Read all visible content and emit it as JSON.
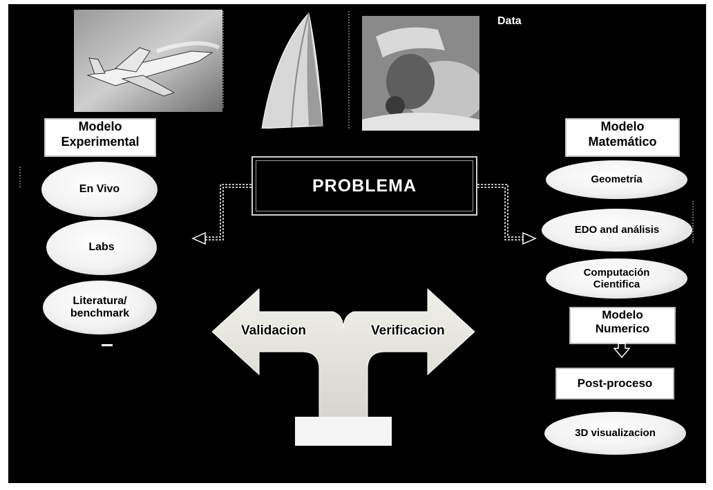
{
  "data_label": "Data",
  "left": {
    "title_line1": "Modelo",
    "title_line2": "Experimental",
    "items": [
      "En Vivo",
      "Labs",
      "Literatura/",
      "benchmark"
    ]
  },
  "right": {
    "title_line1": "Modelo",
    "title_line2": "Matemático",
    "items": [
      "Geometría",
      "EDO and análisis",
      "Computación",
      "Cientifica"
    ],
    "numeric_line1": "Modelo",
    "numeric_line2": "Numerico",
    "postproceso": "Post-proceso",
    "visualizacion": "3D visualizacion"
  },
  "center": {
    "problema": "PROBLEMA",
    "validacion": "Validacion",
    "verificacion": "Verificacion"
  },
  "colors": {
    "background": "#000000",
    "box": "#ffffff",
    "arrow": "#e6e6dc"
  }
}
